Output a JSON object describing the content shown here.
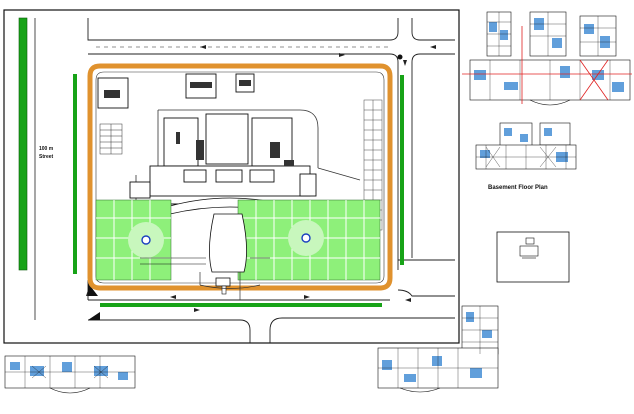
{
  "site_plan": {
    "street_label_line1": "100 m",
    "street_label_line2": "Street"
  },
  "basement_plan": {
    "title": "Basement Floor Plan"
  },
  "colors": {
    "road_line": "#222222",
    "green_strip": "#17a317",
    "lawn": "#8ef07a",
    "lawn_light": "#c8f7bd",
    "path_orange": "#e0922e",
    "plan_blue": "#2d7fd0",
    "plan_red": "#e02020"
  }
}
